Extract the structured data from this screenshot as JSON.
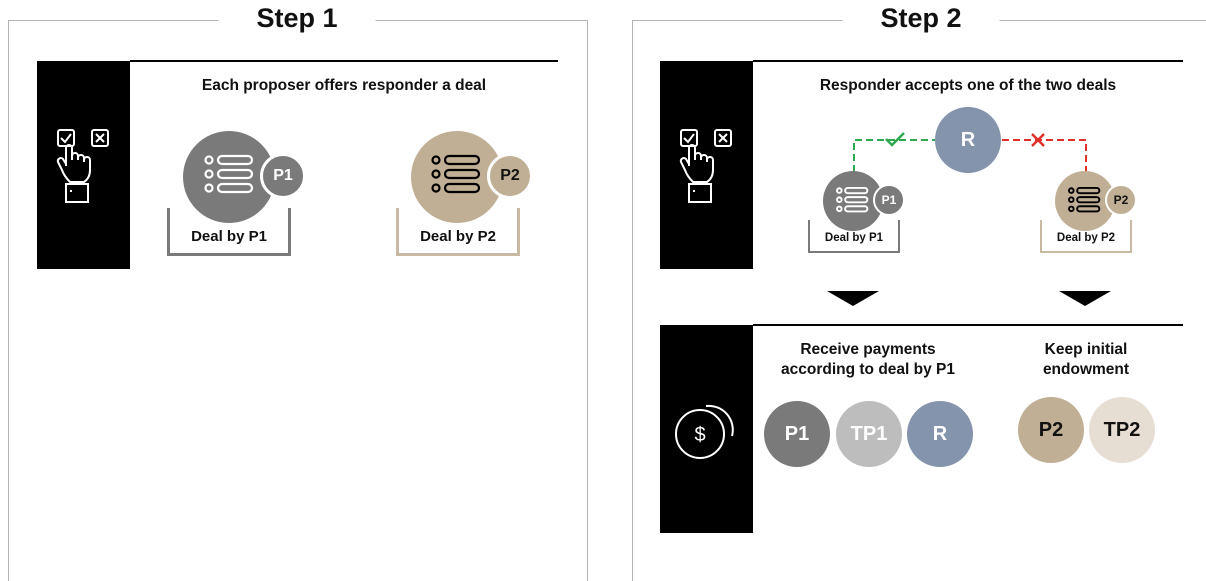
{
  "step1": {
    "title": "Step 1",
    "heading": "Each proposer offers responder a deal",
    "deal1": {
      "badge": "P1",
      "label": "Deal by P1"
    },
    "deal2": {
      "badge": "P2",
      "label": "Deal by P2"
    }
  },
  "step2": {
    "title": "Step 2",
    "heading": "Responder accepts one of the two deals",
    "responder": "R",
    "deal1": {
      "badge": "P1",
      "label": "Deal by P1"
    },
    "deal2": {
      "badge": "P2",
      "label": "Deal by P2"
    },
    "outcome_left": {
      "line1": "Receive payments",
      "line2": "according to deal by P1",
      "coins": [
        "P1",
        "TP1",
        "R"
      ]
    },
    "outcome_right": {
      "line1": "Keep initial",
      "line2": "endowment",
      "coins": [
        "P2",
        "TP2"
      ]
    },
    "dollar_symbol": "$"
  },
  "colors": {
    "p1_gray": "#7a7a7a",
    "p1_light": "#bdbdbd",
    "responder_blue": "#8494ac",
    "p2_tan": "#c0ae95",
    "p2_light": "#e7ded3",
    "accept_green": "#2fa84f",
    "reject_red": "#e0302a"
  },
  "icons": [
    "choice-hand-icon",
    "dollar-coins-icon",
    "list-icon",
    "check-icon",
    "cross-icon",
    "down-arrow-icon"
  ]
}
